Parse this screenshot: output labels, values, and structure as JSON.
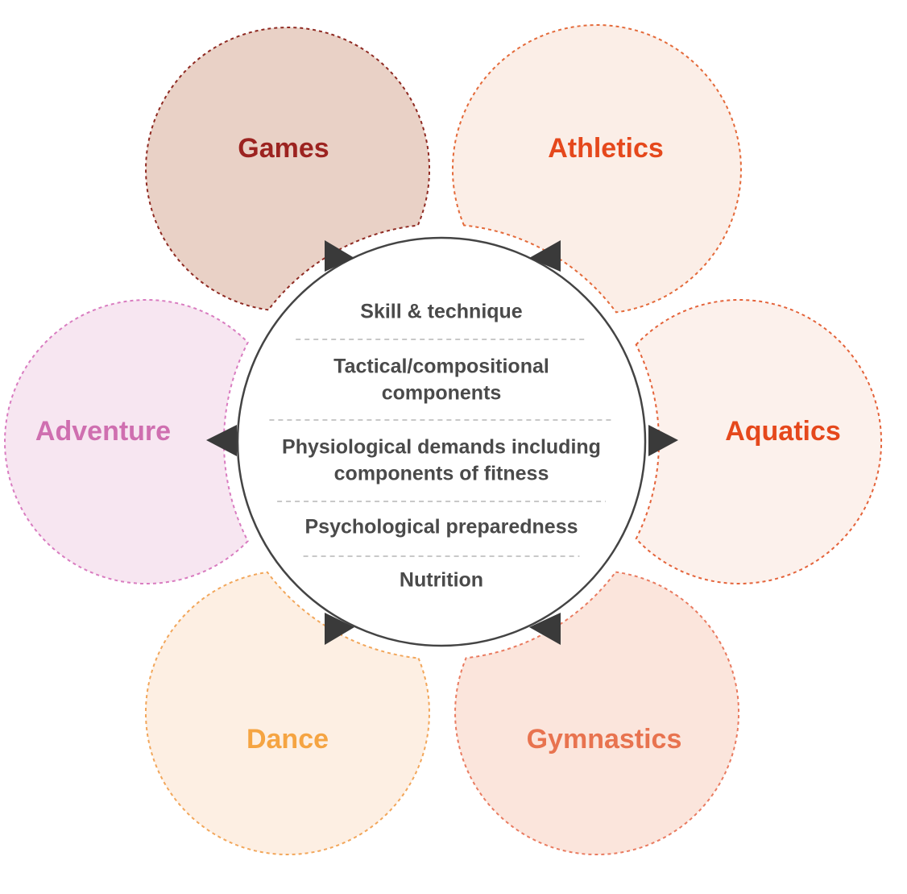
{
  "petals": [
    {
      "id": "games",
      "label": "Games",
      "fill": "#e9d1c6",
      "stroke": "#8f2a22",
      "text_color": "#9c2320"
    },
    {
      "id": "athletics",
      "label": "Athletics",
      "fill": "#fbeee7",
      "stroke": "#e46a3a",
      "text_color": "#e5481c"
    },
    {
      "id": "aquatics",
      "label": "Aquatics",
      "fill": "#fcf1ec",
      "stroke": "#e4633a",
      "text_color": "#e5481c"
    },
    {
      "id": "gymnastics",
      "label": "Gymnastics",
      "fill": "#fbe5dc",
      "stroke": "#e97b60",
      "text_color": "#e8734f"
    },
    {
      "id": "dance",
      "label": "Dance",
      "fill": "#fdefe3",
      "stroke": "#f2a65a",
      "text_color": "#f5a442"
    },
    {
      "id": "adventure",
      "label": "Adventure",
      "fill": "#f7e6f1",
      "stroke": "#d97cc0",
      "text_color": "#cf6fb0"
    }
  ],
  "center": {
    "items": [
      {
        "lines": [
          "Skill & technique"
        ]
      },
      {
        "lines": [
          "Tactical/compositional",
          "components"
        ]
      },
      {
        "lines": [
          "Physiological demands including",
          "components of fitness"
        ]
      },
      {
        "lines": [
          "Psychological preparedness"
        ]
      },
      {
        "lines": [
          "Nutrition"
        ]
      }
    ],
    "stroke": "#444444",
    "divider_color": "#c8c8c8"
  },
  "arrows": {
    "color": "#3a3a3a",
    "count": 6
  }
}
